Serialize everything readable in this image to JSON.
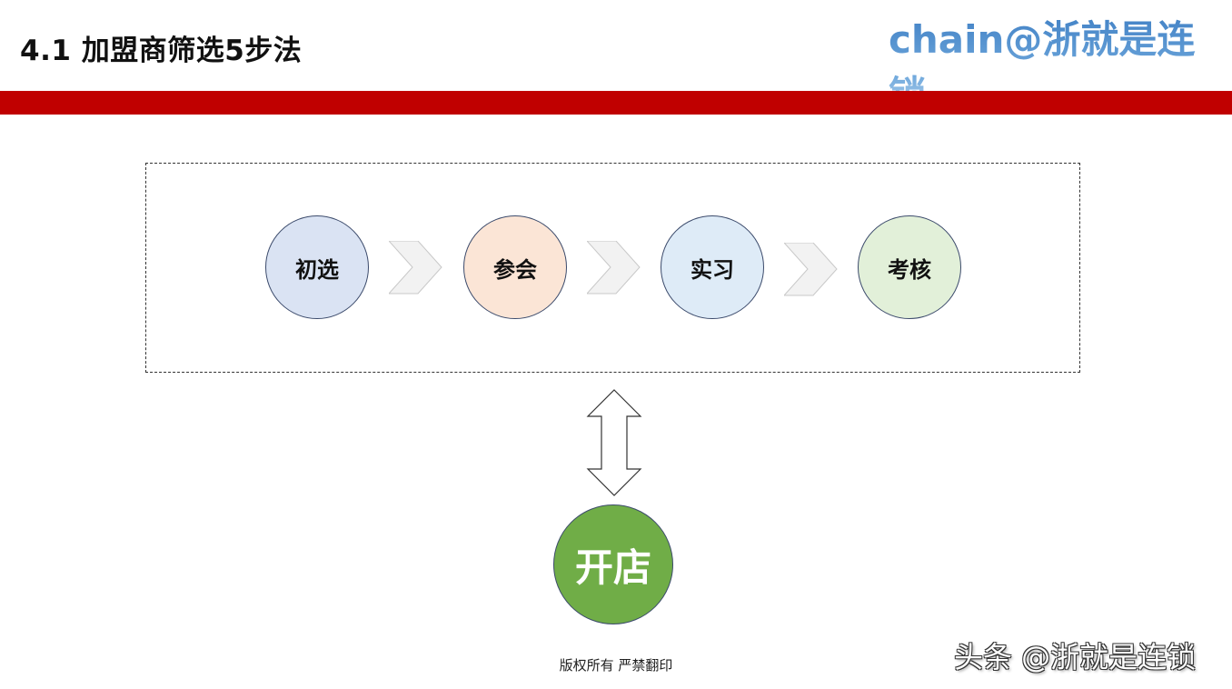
{
  "header": {
    "title": "4.1 加盟商筛选5步法",
    "brand": "chain@浙就是连锁"
  },
  "steps": [
    {
      "label": "初选",
      "color": "#dae3f3"
    },
    {
      "label": "参会",
      "color": "#fbe5d6"
    },
    {
      "label": "实习",
      "color": "#deebf7"
    },
    {
      "label": "考核",
      "color": "#e2f0d9"
    }
  ],
  "final_step": {
    "label": "开店",
    "color": "#70ad47"
  },
  "footer": {
    "copyright": "版权所有  严禁翻印",
    "watermark": "头条 @浙就是连锁"
  },
  "colors": {
    "accent_bar": "#c00000",
    "brand_blue": "#5b9bd5"
  }
}
